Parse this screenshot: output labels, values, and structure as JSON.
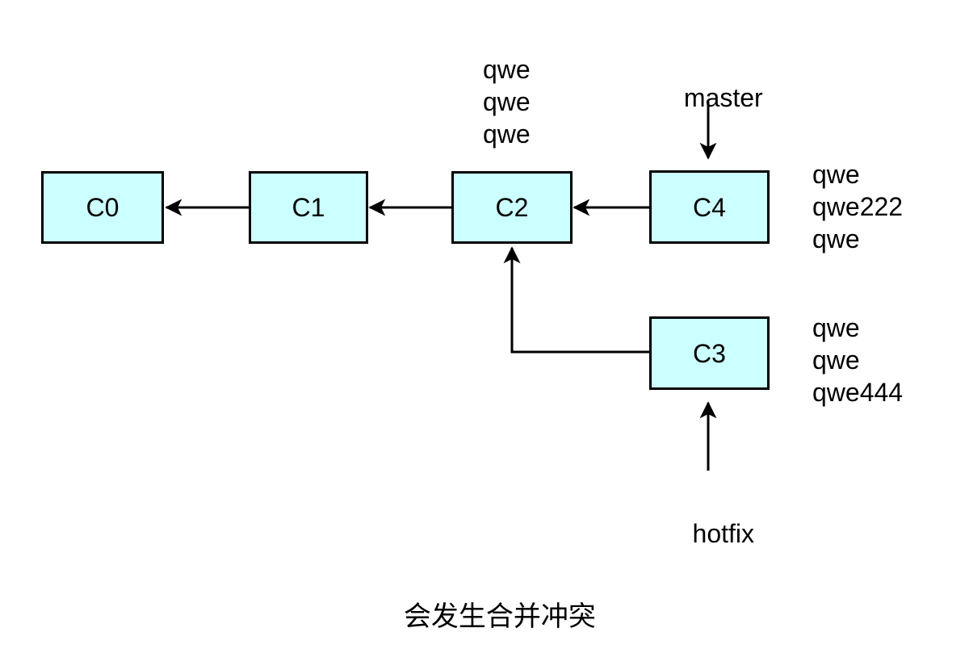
{
  "diagram": {
    "type": "git-commit-graph",
    "caption": "会发生合并冲突",
    "colors": {
      "commit_fill": "#CCFFFF",
      "stroke": "#000000",
      "background": "#FFFFFF",
      "text": "#000000"
    },
    "commits": [
      {
        "id": "c0",
        "label": "C0"
      },
      {
        "id": "c1",
        "label": "C1"
      },
      {
        "id": "c2",
        "label": "C2"
      },
      {
        "id": "c3",
        "label": "C3"
      },
      {
        "id": "c4",
        "label": "C4"
      }
    ],
    "branch_pointers": [
      {
        "id": "master",
        "label": "master",
        "points_to": "C4"
      },
      {
        "id": "hotfix",
        "label": "hotfix",
        "points_to": "C3"
      }
    ],
    "annotations": [
      {
        "id": "c2-message",
        "attached_to": "C2",
        "position": "above",
        "lines": [
          "qwe",
          "qwe",
          "qwe"
        ]
      },
      {
        "id": "c4-message",
        "attached_to": "C4",
        "position": "right",
        "lines": [
          "qwe",
          "qwe222",
          "qwe"
        ]
      },
      {
        "id": "c3-message",
        "attached_to": "C3",
        "position": "right",
        "lines": [
          "qwe",
          "qwe",
          "qwe444"
        ]
      }
    ],
    "edges": [
      {
        "from": "C1",
        "to": "C0",
        "style": "straight-arrow-left"
      },
      {
        "from": "C2",
        "to": "C1",
        "style": "straight-arrow-left"
      },
      {
        "from": "C4",
        "to": "C2",
        "style": "straight-arrow-left"
      },
      {
        "from": "C3",
        "to": "C2",
        "style": "elbow-arrow-up"
      }
    ]
  }
}
